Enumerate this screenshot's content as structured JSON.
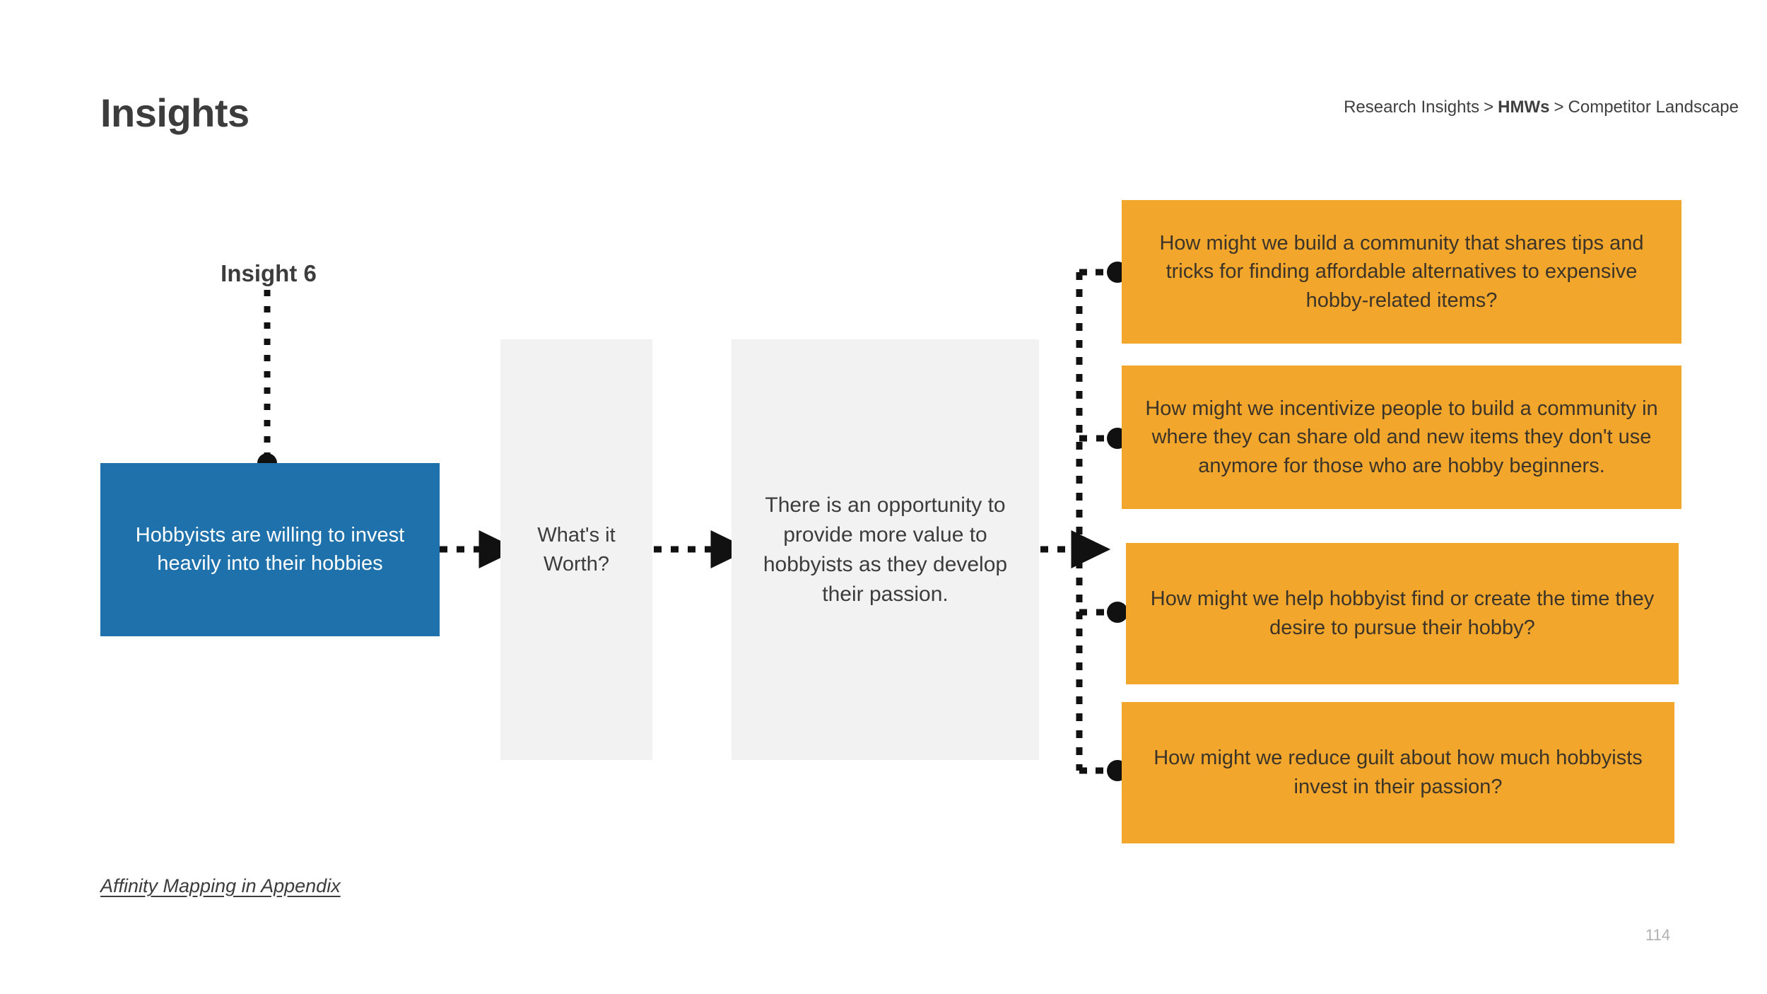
{
  "header": {
    "title": "Insights",
    "breadcrumb": {
      "first": "Research Insights",
      "separator_1": ">",
      "current": "HMWs",
      "separator_2": ">",
      "last": "Competitor Landscape"
    }
  },
  "diagram": {
    "insight_label": "Insight 6",
    "insight_card": {
      "text": "Hobbyists are willing to invest heavily into their hobbies",
      "color": "#1f71ab"
    },
    "question_card": {
      "text": "What's it Worth?",
      "color": "#f2f2f2"
    },
    "opportunity_card": {
      "text": "There is an opportunity to provide more value to hobbyists as they develop their passion.",
      "color": "#f2f2f2"
    },
    "hmw_color": "#f2a72c",
    "hmw_cards": [
      {
        "text": "How might we build a community that shares tips and tricks for finding affordable alternatives to expensive hobby-related items?"
      },
      {
        "text": "How might we incentivize people to build a community in where they can share old and new items they don't use anymore for those who are hobby beginners."
      },
      {
        "text": "How might we help hobbyist find or create the time they desire to pursue their hobby?"
      },
      {
        "text": "How might we reduce guilt about how much hobbyists invest in their passion?"
      }
    ]
  },
  "footer": {
    "note": "Affinity Mapping in Appendix",
    "page_number": "114"
  }
}
